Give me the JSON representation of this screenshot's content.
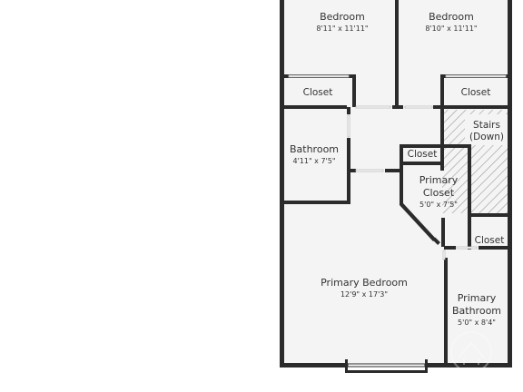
{
  "rooms": {
    "bedroom_left": {
      "name": "Bedroom",
      "dims": "8'11\" x 11'11\""
    },
    "bedroom_right": {
      "name": "Bedroom",
      "dims": "8'10\" x 11'11\""
    },
    "closet_left": {
      "name": "Closet"
    },
    "closet_right": {
      "name": "Closet"
    },
    "stairs": {
      "name_line1": "Stairs",
      "name_line2": "(Down)"
    },
    "bathroom": {
      "name": "Bathroom",
      "dims": "4'11\" x 7'5\""
    },
    "closet_center": {
      "name": "Closet"
    },
    "primary_closet": {
      "name_line1": "Primary",
      "name_line2": "Closet",
      "dims": "5'0\" x 7'5\""
    },
    "closet_lower_right": {
      "name": "Closet"
    },
    "primary_bedroom": {
      "name": "Primary Bedroom",
      "dims": "12'9\" x 17'3\""
    },
    "primary_bathroom": {
      "name_line1": "Primary",
      "name_line2": "Bathroom",
      "dims": "5'0\" x 8'4\""
    }
  },
  "colors": {
    "wall": "#2b2b2b",
    "floor": "#f4f4f4",
    "background": "#ffffff",
    "text": "#333333"
  }
}
